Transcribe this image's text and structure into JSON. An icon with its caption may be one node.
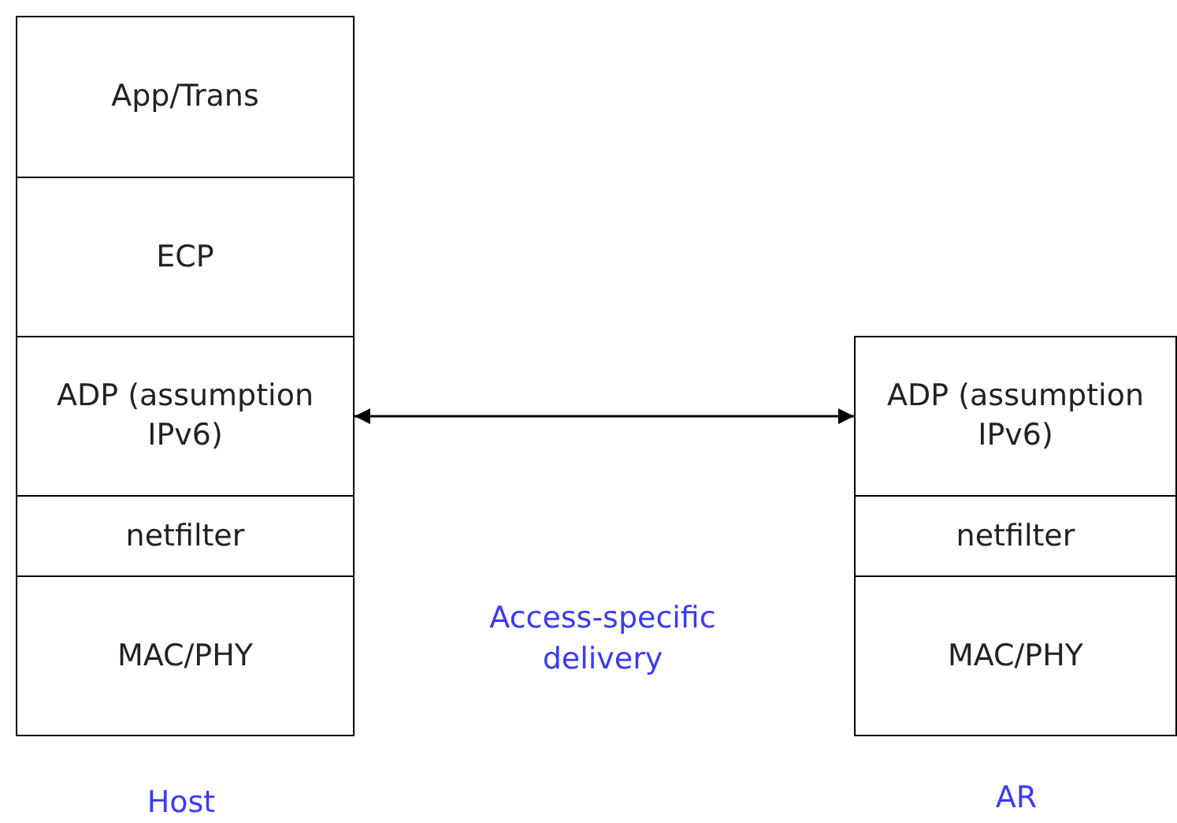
{
  "diagram": {
    "nodes": [
      {
        "text": [
          "App/Trans"
        ]
      },
      {
        "text": [
          "ECP"
        ]
      },
      {
        "text": [
          "ADP (assumption IPv6)"
        ]
      },
      {
        "text": [
          "netfilter"
        ]
      },
      {
        "text": [
          "MAC/PHY"
        ]
      },
      {
        "text": [
          "ADP (assumption IPv6)"
        ]
      },
      {
        "text": [
          "netfilter"
        ]
      },
      {
        "text": [
          "MAC/PHY"
        ]
      }
    ],
    "edges": [
      {
        "from": 2,
        "to": 5,
        "arrow": "both"
      }
    ],
    "labels": [
      "Access-specific delivery",
      "Host",
      "AR"
    ]
  }
}
